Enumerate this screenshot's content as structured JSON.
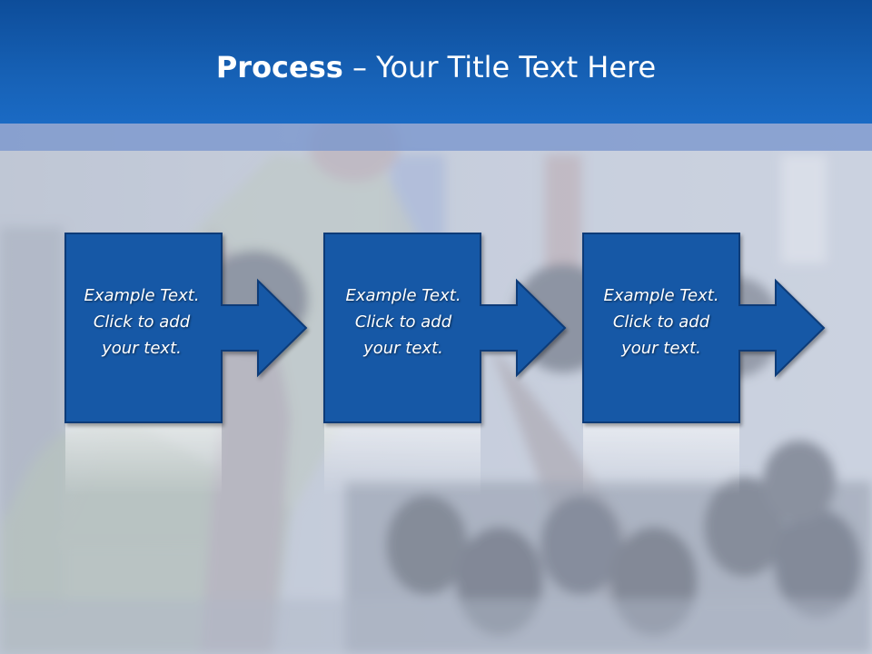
{
  "slide": {
    "title_bold": "Process",
    "title_rest": " – Your Title Text Here"
  },
  "colors": {
    "header": "#1762b7",
    "box_fill": "#1459a6",
    "box_stroke": "#0b3b78",
    "text": "#ffffff"
  },
  "steps": [
    {
      "line1": "Example Text.",
      "line2": "Click  to add",
      "line3": "your text."
    },
    {
      "line1": "Example Text.",
      "line2": "Click  to add",
      "line3": "your text."
    },
    {
      "line1": "Example Text.",
      "line2": "Click  to add",
      "line3": "your text."
    }
  ]
}
